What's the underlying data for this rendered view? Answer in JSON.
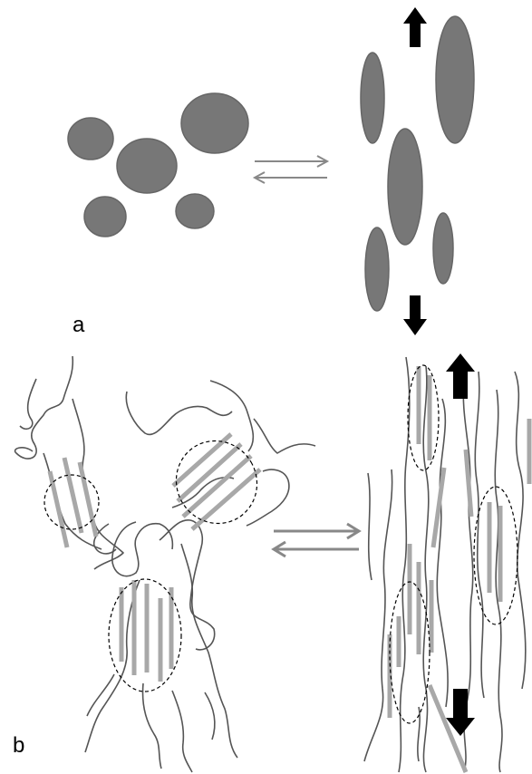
{
  "panels": {
    "a": {
      "label": "a",
      "state_left": "unstretched",
      "state_right": "stretched"
    },
    "b": {
      "label": "b",
      "state_left": "unstretched",
      "state_right": "stretched"
    }
  },
  "colors": {
    "particle_fill": "#777777",
    "particle_stroke": "#666666",
    "chain": "#555555",
    "crystal_segment": "#a8a8a8",
    "equilibrium_arrow": "#888888",
    "stretch_arrow": "#000000",
    "crystal_region_outline": "#000000"
  },
  "icons": {
    "equilibrium": "double-harpoon-icon",
    "stretch_direction": "block-arrow-icon"
  }
}
